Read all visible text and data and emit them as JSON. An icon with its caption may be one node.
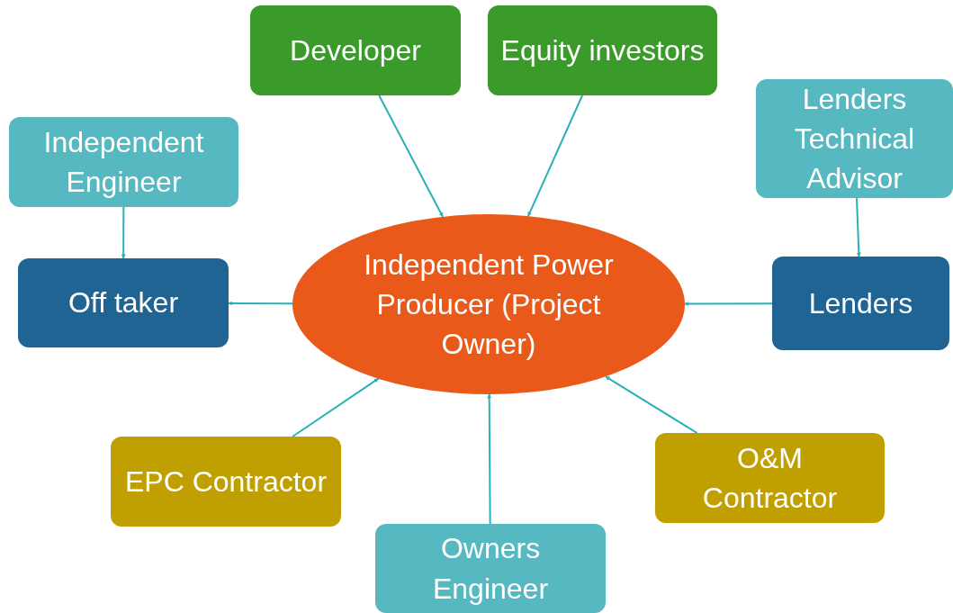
{
  "diagram": {
    "nodes": [
      {
        "text": [
          "Developer"
        ]
      },
      {
        "text": [
          "Equity investors"
        ]
      },
      {
        "text": [
          "Independent Engineer"
        ]
      },
      {
        "text": [
          "Lenders Technical Advisor"
        ]
      },
      {
        "text": [
          "Off taker"
        ]
      },
      {
        "text": [
          "Independent Power Producer (Project Owner)"
        ]
      },
      {
        "text": [
          "Lenders"
        ]
      },
      {
        "text": [
          "EPC Contractor"
        ]
      },
      {
        "text": [
          "O&M Contractor"
        ]
      },
      {
        "text": [
          "Owners Engineer"
        ]
      }
    ],
    "edges": [
      {
        "from": 0,
        "to": 5,
        "arrow": "to"
      },
      {
        "from": 1,
        "to": 5,
        "arrow": "to"
      },
      {
        "from": 2,
        "to": 4,
        "arrow": "to"
      },
      {
        "from": 3,
        "to": 6,
        "arrow": "to"
      },
      {
        "from": 5,
        "to": 4,
        "arrow": "to"
      },
      {
        "from": 6,
        "to": 5,
        "arrow": "to"
      },
      {
        "from": 7,
        "to": 5,
        "arrow": "to"
      },
      {
        "from": 9,
        "to": 5,
        "arrow": "to"
      },
      {
        "from": 8,
        "to": 5,
        "arrow": "to"
      }
    ]
  }
}
